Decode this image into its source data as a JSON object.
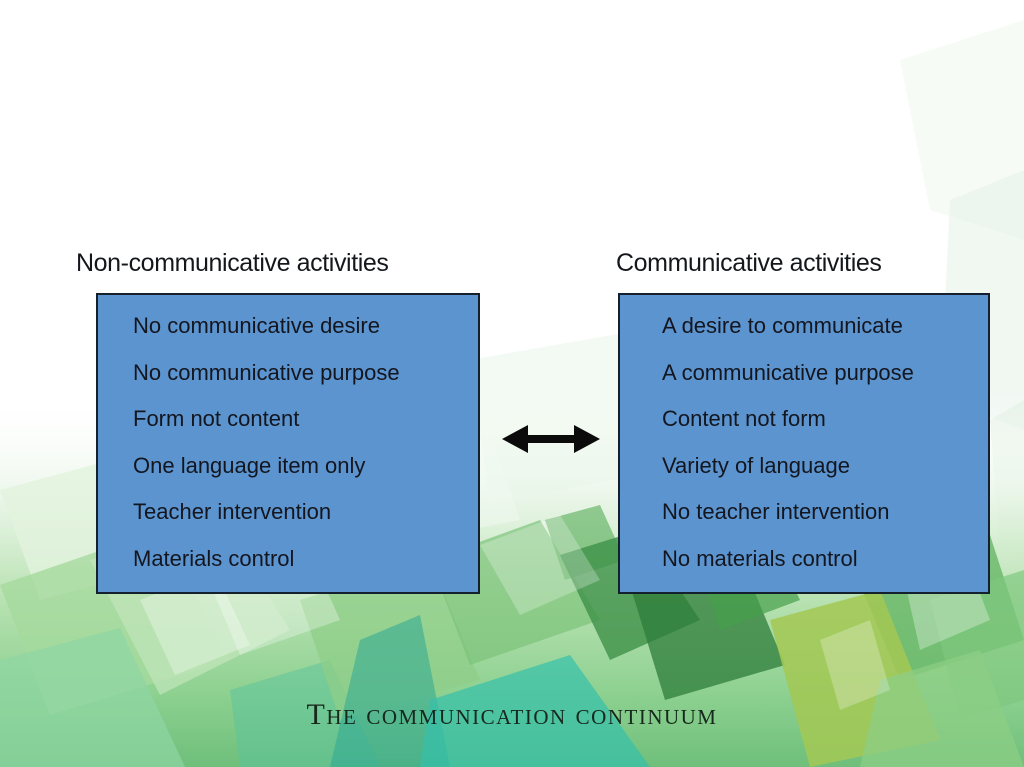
{
  "slide": {
    "title": "The communication continuum",
    "columns": [
      {
        "heading": "Non-communicative activities",
        "items": [
          "No communicative desire",
          "No communicative purpose",
          "Form not content",
          "One language item only",
          "Teacher intervention",
          "Materials control"
        ]
      },
      {
        "heading": "Communicative activities",
        "items": [
          "A desire to communicate",
          "A communicative purpose",
          "Content not form",
          "Variety of language",
          "No teacher intervention",
          "No materials control"
        ]
      }
    ],
    "connector": {
      "icon": "double-headed-arrow"
    },
    "colors": {
      "box_fill": "#5b94cf",
      "box_border": "#14202e",
      "box_text": "#14161f",
      "heading_text": "#14181c",
      "title_text": "#17281d",
      "arrow": "#0b0b0b",
      "background_greens": [
        "#e8f4e6",
        "#a5d99d",
        "#7cc379",
        "#3f9149",
        "#2e7c3a",
        "#35c0ab",
        "#a3c853"
      ]
    }
  }
}
